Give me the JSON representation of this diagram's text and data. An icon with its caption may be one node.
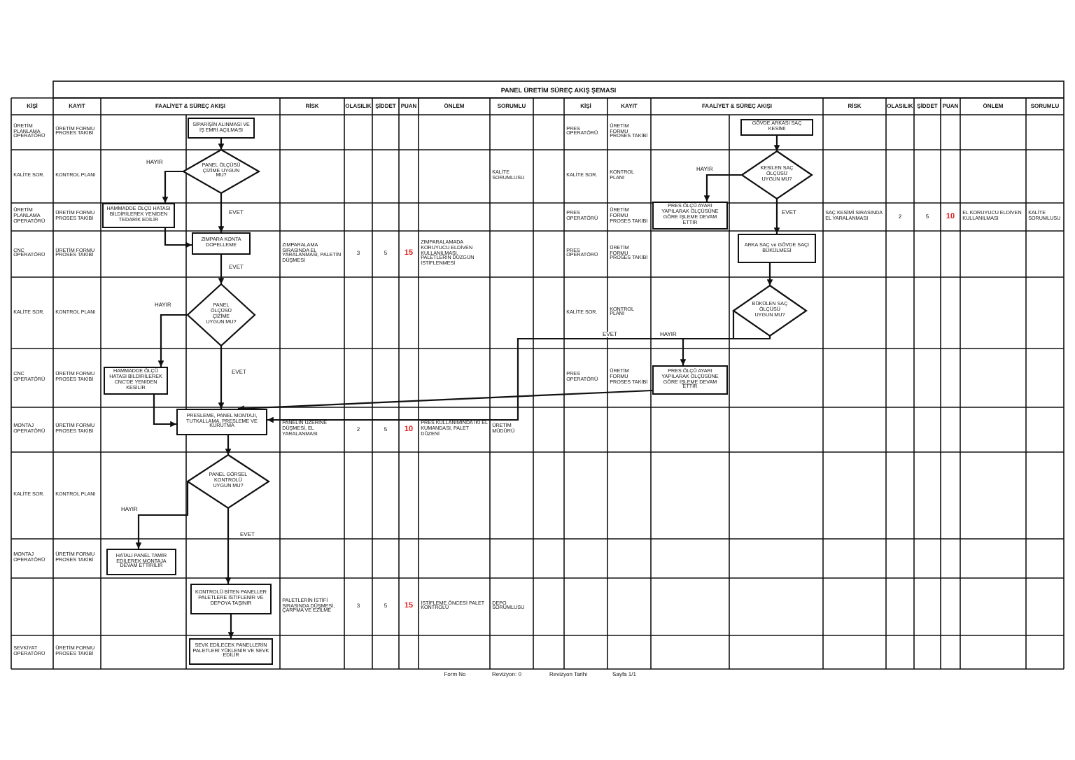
{
  "diagram": {
    "title": "PANEL ÜRETİM SÜREÇ AKIŞ ŞEMASI",
    "nodes": [
      {
        "text": [
          "SİPARİŞİN ALINMASI VE İŞ EMRİ AÇILMASI"
        ]
      },
      {
        "text": [
          "PANEL ÖLÇÜSÜ ÇİZİME UYGUN MU?"
        ]
      },
      {
        "text": [
          "HAMMADDE ÖLÇÜ HATASI BİLDİRİLEREK YENİDEN TEDARİK EDİLİR"
        ]
      },
      {
        "text": [
          "ZIMPARA KONTA DOPELLEME"
        ]
      },
      {
        "text": [
          "PANEL ÖLÇÜSÜ ÇİZİME UYGUN MU?"
        ]
      },
      {
        "text": [
          "HAMMADDE ÖLÇÜ HATASI BİLDİRİLEREK CNC'DE YENİDEN KESİLİR"
        ]
      },
      {
        "text": [
          "PRESLEME, PANEL MONTAJI, TUTKALLAMA, PRESLEME VE KURUTMA"
        ]
      },
      {
        "text": [
          "PANEL GÖRSEL KONTROLÜ UYGUN MU?"
        ]
      },
      {
        "text": [
          "HATALI PANEL TAMİR EDİLEREK MONTAJA DEVAM ETTİRİLİR"
        ]
      },
      {
        "text": [
          "KONTROLÜ BİTEN PANELLER PALETLERE İSTİFLENİR VE DEPOYA TAŞINIR"
        ]
      },
      {
        "text": [
          "SEVK EDİLECEK PANELLERİN PALETLERİ YÜKLENİR VE SEVK EDİLİR"
        ]
      },
      {
        "text": [
          "GÖVDE ARKASI SAÇ KESİMİ"
        ]
      },
      {
        "text": [
          "KESİLEN SAÇ ÖLÇÜSÜ UYGUN MU?"
        ]
      },
      {
        "text": [
          "PRES ÖLÇÜ AYARI YAPILARAK ÖLÇÜSÜNE GÖRE İŞLEME DEVAM ETTİR"
        ]
      },
      {
        "text": [
          "ARKA SAÇ ve GÖVDE SAÇI BÜKÜLMESİ"
        ]
      },
      {
        "text": [
          "BÜKÜLEN SAÇ ÖLÇÜSÜ UYGUN MU?"
        ]
      },
      {
        "text": [
          "PRES ÖLÇÜ AYARI YAPILARAK ÖLÇÜSÜNE GÖRE İŞLEME DEVAM ETTİR"
        ]
      }
    ],
    "edges": [
      {
        "from": 0,
        "to": 1,
        "arrow": "to"
      },
      {
        "from": 1,
        "to": 2,
        "arrow": "to",
        "label": "HAYIR"
      },
      {
        "from": 1,
        "to": 3,
        "arrow": "to",
        "label": "EVET"
      },
      {
        "from": 2,
        "to": 3,
        "arrow": "to"
      },
      {
        "from": 3,
        "to": 4,
        "arrow": "to",
        "label": "EVET"
      },
      {
        "from": 4,
        "to": 5,
        "arrow": "to",
        "label": "HAYIR"
      },
      {
        "from": 4,
        "to": 6,
        "arrow": "to",
        "label": "EVET"
      },
      {
        "from": 5,
        "to": 6,
        "arrow": "to"
      },
      {
        "from": 6,
        "to": 7,
        "arrow": "to"
      },
      {
        "from": 7,
        "to": 8,
        "arrow": "to",
        "label": "HAYIR"
      },
      {
        "from": 7,
        "to": 9,
        "arrow": "to",
        "label": "EVET"
      },
      {
        "from": 9,
        "to": 10,
        "arrow": "to"
      },
      {
        "from": 11,
        "to": 12,
        "arrow": "to"
      },
      {
        "from": 12,
        "to": 13,
        "arrow": "to",
        "label": "HAYIR"
      },
      {
        "from": 12,
        "to": 14,
        "arrow": "to",
        "label": "EVET"
      },
      {
        "from": 14,
        "to": 15,
        "arrow": "to"
      },
      {
        "from": 15,
        "to": 16,
        "arrow": "to",
        "label": "HAYIR"
      },
      {
        "from": 15,
        "to": 6,
        "arrow": "to",
        "label": "EVET"
      },
      {
        "from": 16,
        "to": 6,
        "arrow": "to"
      }
    ],
    "labels": [
      "KİŞİ",
      "KAYIT",
      "FAALİYET & SÜREÇ AKIŞI",
      "RİSK",
      "OLASILIK",
      "ŞİDDET",
      "PUAN",
      "ÖNLEM",
      "SORUMLU",
      "KİŞİ",
      "KAYIT",
      "FAALİYET & SÜREÇ AKIŞI",
      "RİSK",
      "OLASILIK",
      "ŞİDDET",
      "PUAN",
      "ÖNLEM",
      "SORUMLU",
      "ÜRETİM PLANLAMA OPERATÖRÜ",
      "ÜRETİM FORMU PROSES TAKİBİ",
      "PRES OPERATÖRÜ",
      "ÜRETİM FORMU PROSES TAKİBİ",
      "KALİTE SOR.",
      "KONTROL PLANI",
      "KALİTE SORUMLUSU",
      "KALİTE SOR.",
      "KONTROL PLANI",
      "ÜRETİM PLANLAMA OPERATÖRÜ",
      "ÜRETİM FORMU PROSES TAKİBİ",
      "PRES OPERATÖRÜ",
      "ÜRETİM FORMU PROSES TAKİBİ",
      "SAÇ KESİMİ SIRASINDA EL YARALANMASI",
      "2",
      "5",
      "10",
      "EL KORUYUCU ELDİVEN KULLANILMASI",
      "KALİTE SORUMLUSU",
      "CNC OPERATÖRÜ",
      "ÜRETİM FORMU PROSES TAKİBİ",
      "ZIMPARALAMA SIRASINDA EL YARALANMASI, PALETİN DÜŞMESİ",
      "3",
      "5",
      "15",
      "ZIMPARALAMADA KORUYUCU ELDİVEN KULLANILMASI, PALETLERİN DÜZGÜN İSTİFLENMESİ",
      "PRES OPERATÖRÜ",
      "ÜRETİM FORMU PROSES TAKİBİ",
      "KALİTE SOR.",
      "KONTROL PLANI",
      "KALİTE SOR.",
      "KONTROL PLANI",
      "CNC OPERATÖRÜ",
      "ÜRETİM FORMU PROSES TAKİBİ",
      "PRES OPERATÖRÜ",
      "ÜRETİM FORMU PROSES TAKİBİ",
      "MONTAJ OPERATÖRÜ",
      "ÜRETİM FORMU PROSES TAKİBİ",
      "PANELİN ÜZERİNE DÜŞMESİ, EL YARALANMASI",
      "2",
      "5",
      "10",
      "PRES KULLANIMINDA İKİ EL KUMANDASI, PALET DÜZENİ",
      "ÜRETİM MÜDÜRÜ",
      "KALİTE SOR.",
      "KONTROL PLANI",
      "MONTAJ OPERATÖRÜ",
      "ÜRETİM FORMU PROSES TAKİBİ",
      "PALETLERİN İSTİFİ SIRASINDA DÜŞMESİ, ÇARPMA VE EZİLME",
      "3",
      "5",
      "15",
      "İSTİFLEME ÖNCESİ PALET KONTROLÜ",
      "DEPO SORUMLUSU",
      "SEVKİYAT OPERATÖRÜ",
      "ÜRETİM FORMU PROSES TAKİBİ",
      "Form No",
      "Revizyon: 0",
      "Revizyon Tarihi",
      "Sayfa 1/1"
    ]
  }
}
